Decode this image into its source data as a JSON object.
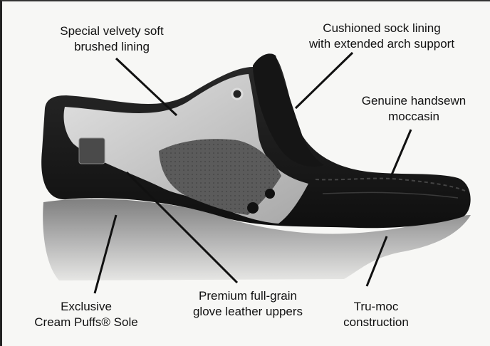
{
  "callouts": {
    "velvety_lining": {
      "line1": "Special velvety soft",
      "line2": "brushed lining"
    },
    "sock_lining": {
      "line1": "Cushioned sock lining",
      "line2": "with extended arch support"
    },
    "moccasin": {
      "line1": "Genuine handsewn",
      "line2": "moccasin"
    },
    "sole": {
      "line1": "Exclusive",
      "line2": "Cream Puffs® Sole"
    },
    "leather": {
      "line1": "Premium full-grain",
      "line2": "glove leather uppers"
    },
    "tru_moc": {
      "line1": "Tru-moc",
      "line2": "construction"
    }
  },
  "colors": {
    "leather": "#1c1c1c",
    "lining": "#cfcfcf",
    "sole": "#9a9a9a",
    "background": "#f7f7f5"
  }
}
